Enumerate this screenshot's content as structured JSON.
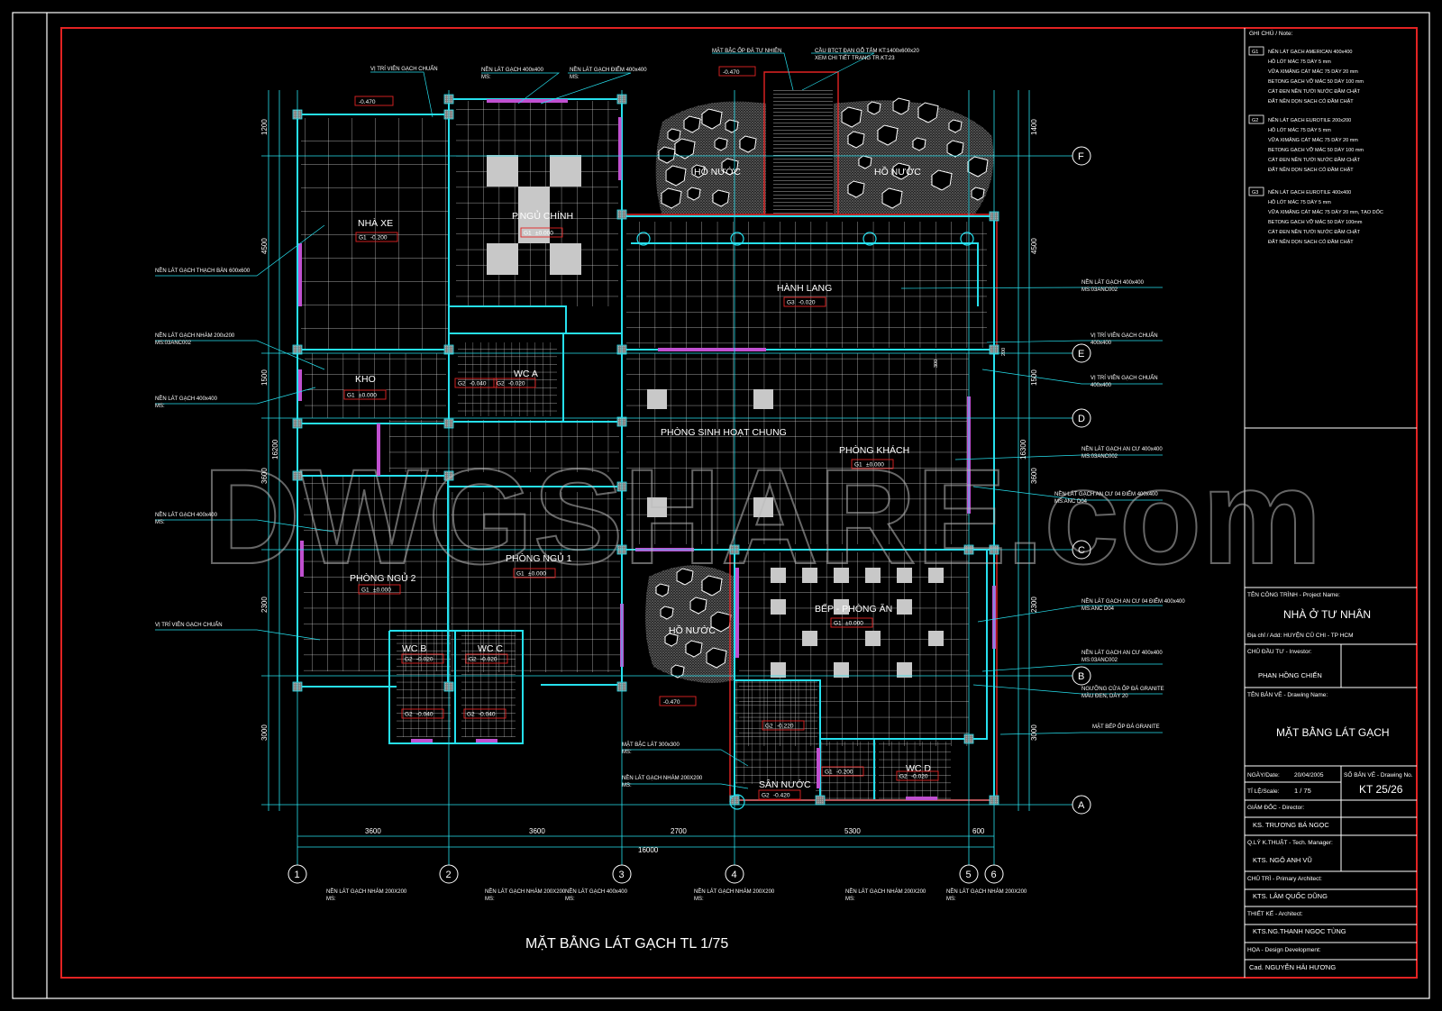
{
  "watermark": "DWGSHARE.com",
  "drawing_title": "MẶT BẰNG LÁT GẠCH TL 1/75",
  "rooms": {
    "nha_xe": {
      "name": "NHÀ XE",
      "level": "-0.200",
      "code": "G1"
    },
    "p_ngu_chinh": {
      "name": "P.NGỦ CHÍNH",
      "level": "±0.000",
      "code": "G1"
    },
    "kho": {
      "name": "KHO",
      "level": "±0.000",
      "code": "G1"
    },
    "wc_a": {
      "name": "WC A",
      "level": "-0.020",
      "code": "G2"
    },
    "wc_a_shower": {
      "level": "-0.040",
      "code": "G2"
    },
    "phong_sinh_hoat": {
      "name": "PHÒNG SINH HOẠT CHUNG"
    },
    "phong_khach": {
      "name": "PHÒNG KHÁCH",
      "level": "±0.000",
      "code": "G1"
    },
    "hanh_lang": {
      "name": "HÀNH LANG",
      "level": "-0.020",
      "code": "G3"
    },
    "ho_nuoc_1": {
      "name": "HỒ NƯỚC"
    },
    "ho_nuoc_2": {
      "name": "HỒ NƯỚC"
    },
    "ho_nuoc_3": {
      "name": "HỒ NƯỚC"
    },
    "phong_ngu_2": {
      "name": "PHÒNG NGỦ 2",
      "level": "±0.000",
      "code": "G1"
    },
    "phong_ngu_1": {
      "name": "PHÒNG NGỦ 1",
      "level": "±0.000",
      "code": "G1"
    },
    "bep": {
      "name": "BẾP - PHÒNG ĂN",
      "level": "±0.000",
      "code": "G1"
    },
    "wc_b": {
      "name": "WC B",
      "level": "-0.020",
      "code": "G2",
      "shower": "-0.040"
    },
    "wc_c": {
      "name": "WC C",
      "level": "-0.020",
      "code": "G2",
      "shower": "-0.040"
    },
    "wc_d": {
      "name": "WC D",
      "level": "-0.020",
      "code": "G2"
    },
    "san_nuoc": {
      "name": "SÂN NƯỚC",
      "level": "-0.420",
      "code": "G2"
    },
    "corridor_s": {
      "level": "-0.220",
      "code": "G2"
    },
    "wc_d_ante": {
      "level": "-0.200",
      "code": "G1"
    }
  },
  "level_tags": [
    "-0.470",
    "-0.470",
    "-0.470"
  ],
  "top_notes": [
    "VỊ TRÍ VIÊN GẠCH CHUẨN",
    "NỀN LÁT GẠCH 400x400",
    "MS:",
    "NỀN LÁT GẠCH ĐIỂM 400x400",
    "MS:",
    "MẶT BẬC ỐP ĐÁ TỰ NHIÊN",
    "CẦU BTCT ĐAN GỖ TẤM KT:1400x600x20",
    "XEM CHI TIẾT TRANG TR.KT:23"
  ],
  "left_notes": [
    {
      "t": "NỀN LÁT GẠCH THẠCH BÀN 600x600",
      "s": ""
    },
    {
      "t": "NỀN LÁT GẠCH NHÁM 200x200",
      "s": "MS:03ANC002"
    },
    {
      "t": "NỀN LÁT GẠCH 400x400",
      "s": "MS:"
    },
    {
      "t": "NỀN LÁT GẠCH 400x400",
      "s": "MS:"
    },
    {
      "t": "VỊ TRÍ VIÊN GẠCH CHUẨN",
      "s": ""
    }
  ],
  "right_notes": [
    {
      "t": "NỀN LÁT GẠCH 400x400",
      "s": "MS:03ANC002"
    },
    {
      "t": "VỊ TRÍ VIÊN GẠCH CHUẨN",
      "s": "400x400"
    },
    {
      "t": "VỊ TRÍ VIÊN GẠCH CHUẨN",
      "s": "400x400"
    },
    {
      "t": "NỀN LÁT GẠCH AN CƯ 400x400",
      "s": "MS:03ANC002"
    },
    {
      "t": "NỀN LÁT GẠCH AN CƯ 04 ĐIỂM 400x400",
      "s": "MS:ANC D04"
    },
    {
      "t": "NỀN LÁT GẠCH AN CƯ 04 ĐIỂM 400x400",
      "s": "MS:ANC D04"
    },
    {
      "t": "NỀN LÁT GẠCH AN CƯ 400x400",
      "s": "MS:03ANC002"
    },
    {
      "t": "NGƯỠNG CỬA ỐP ĐÁ GRANITE",
      "s": "MÀU ĐEN, DÀY 20"
    },
    {
      "t": "MẶT BẾP ỐP ĐÁ GRANITE",
      "s": ""
    }
  ],
  "bottom_notes": [
    {
      "t": "NỀN LÁT GẠCH NHÁM 200X200",
      "s": "MS:"
    },
    {
      "t": "NỀN LÁT GẠCH NHÁM 200X200",
      "s": "MS:"
    },
    {
      "t": "NỀN LÁT GẠCH 400x400",
      "s": "MS:"
    },
    {
      "t": "NỀN LÁT GẠCH NHÁM 200X200",
      "s": "MS:"
    },
    {
      "t": "NỀN LÁT GẠCH NHÁM 200X200",
      "s": "MS:"
    },
    {
      "t": "NỀN LÁT GẠCH NHÁM 200X200",
      "s": "MS:"
    }
  ],
  "mid_notes": [
    {
      "t": "MẶT BẬC LÁT 300x300",
      "s": "MS:"
    },
    {
      "t": "NỀN LÁT GẠCH NHÁM 200X200",
      "s": "MS:"
    }
  ],
  "dims_bottom": [
    "3600",
    "3600",
    "2700",
    "5300",
    "600"
  ],
  "dim_total_bottom": "16000",
  "dims_left": [
    "1200",
    "4500",
    "1500",
    "3600",
    "2300",
    "3000"
  ],
  "dim_total_left": "16200",
  "dims_right": [
    "1400",
    "4500",
    "1500",
    "3600",
    "2300",
    "3000"
  ],
  "dim_total_right": "16300",
  "dims_right_small": [
    "200",
    "300"
  ],
  "axes_x": [
    "1",
    "2",
    "3",
    "4",
    "5",
    "6"
  ],
  "axes_y": [
    "F",
    "E",
    "D",
    "C",
    "B",
    "A"
  ],
  "legend": {
    "header": "GHI CHÚ / Note:",
    "items": [
      {
        "code": "G1",
        "lines": [
          "NỀN LÁT GẠCH AMERICAN 400x400",
          "HỒ LÓT MÁC 75 DÀY 5 mm",
          "VỮA XIMĂNG CÁT MÁC 75 DÀY 20 mm",
          "BETONG GẠCH VỠ MÁC 50 DÀY 100 mm",
          "CÁT ĐEN NỀN TƯỚI NƯỚC ĐẦM CHẶT",
          "ĐẤT NỀN DỌN SẠCH CỎ ĐẦM CHẶT"
        ]
      },
      {
        "code": "G2",
        "lines": [
          "NỀN LÁT GẠCH EUROTILE 200x200",
          "HỒ LÓT MÁC 75 DÀY 5 mm",
          "VỮA XIMĂNG CÁT MÁC 75 DÀY 20 mm",
          "BETONG GẠCH VỠ MÁC 50 DÀY 100 mm",
          "CÁT ĐEN NỀN TƯỚI NƯỚC ĐẦM CHẶT",
          "ĐẤT NỀN DỌN SẠCH CỎ ĐẦM CHẶT"
        ]
      },
      {
        "code": "G3",
        "lines": [
          "NỀN LÁT GẠCH EUROTILE 400x400",
          "HỒ LÓT MÁC 75 DÀY 5 mm",
          "VỮA XIMĂNG CÁT MÁC 75 DÀY 20 mm, TẠO DỐC",
          "BETONG GẠCH VỠ MÁC 50 DÀY 100mm",
          "CÁT ĐEN NỀN TƯỚI NƯỚC ĐẦM CHẶT",
          "ĐẤT NỀN DỌN SẠCH CỎ ĐẦM CHẶT"
        ]
      }
    ]
  },
  "title_block": {
    "project_label": "TÊN CÔNG TRÌNH - Project Name:",
    "project_name": "NHÀ Ở TƯ NHÂN",
    "address": "Địa chỉ / Add: HUYỆN CỦ CHI - TP HCM",
    "investor_label": "CHỦ ĐẦU TƯ - Investor:",
    "investor": "PHAN HỒNG CHIẾN",
    "drawing_label": "TÊN BẢN VẼ - Drawing Name:",
    "drawing_name": "MẶT BẰNG LÁT GẠCH",
    "date_label": "NGÀY/Date:",
    "date": "20/04/2005",
    "scale_label": "TỈ LỆ/Scale:",
    "scale": "1 / 75",
    "sheet_label": "SỐ BẢN VẼ - Drawing No.",
    "sheet_no": "KT  25/26",
    "director_label": "GIÁM ĐỐC - Director:",
    "director": "KS. TRƯƠNG BÁ NGỌC",
    "tech_label": "Q.LÝ K.THUẬT - Tech. Manager:",
    "tech": "KTS. NGÔ ANH VŨ",
    "primary_label": "CHỦ TRÌ - Primary Architect:",
    "primary": "KTS. LÂM QUỐC DŨNG",
    "architect_label": "THIẾT KẾ - Architect:",
    "architect": "KTS.NG.THANH NGỌC TÙNG",
    "design_label": "HỌA - Design Development:",
    "design": "Cad. NGUYỄN HẢI HƯƠNG"
  }
}
